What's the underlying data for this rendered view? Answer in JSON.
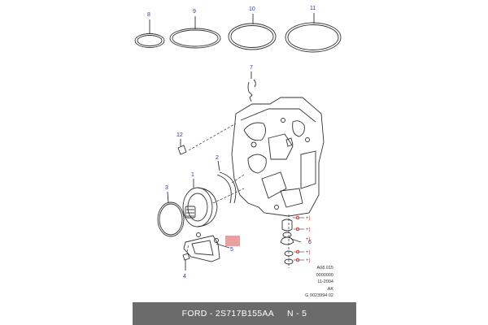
{
  "callouts": {
    "c1": "1",
    "c2": "2",
    "c3": "3",
    "c4": "4",
    "c5": "5",
    "c6": "6",
    "c7": "7",
    "c8": "8",
    "c9": "9",
    "c10": "10",
    "c11": "11",
    "c12": "12"
  },
  "fastener_marks": {
    "m1": "+)",
    "m2": "+)",
    "m3": "+)",
    "m4": "+)",
    "m5": "+)"
  },
  "reference_block": [
    "A08.015",
    "0000000",
    "11-2004",
    "AK",
    "G 0023994 02"
  ],
  "footer": {
    "part_info": "FORD - 2S717B155AA",
    "page_ref": "N - 5"
  },
  "colors": {
    "callout_text": "#2a3aa0",
    "highlight": "#e9a0a0",
    "line_art": "#333333",
    "footer_bg": "#6b6b6b"
  }
}
